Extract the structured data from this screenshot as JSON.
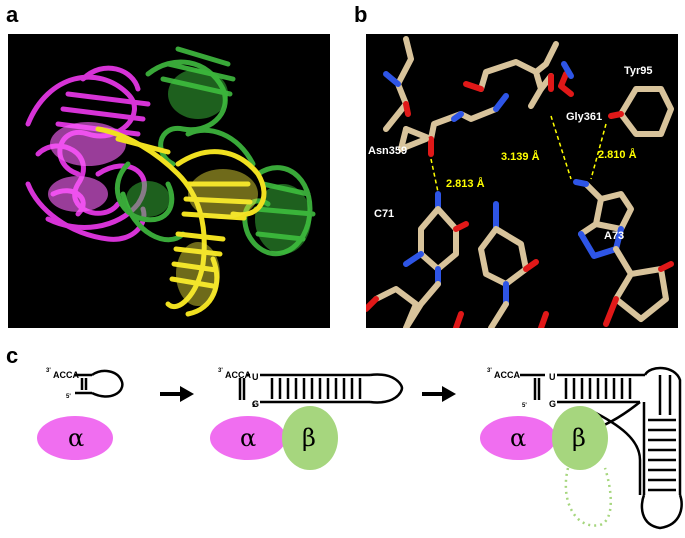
{
  "panels": {
    "a": {
      "label": "a"
    },
    "b": {
      "label": "b",
      "residues": {
        "tyr95": "Tyr95",
        "gly361": "Gly361",
        "asn359": "Asn359",
        "c71": "C71",
        "a73": "A73"
      },
      "distances": {
        "d1": "2.813 Å",
        "d2": "3.139 Å",
        "d3": "2.810 Å"
      }
    },
    "c": {
      "label": "c",
      "end3_prefix": "3'",
      "end3_seq": "ACCA",
      "end5": "5'",
      "base_u": "U",
      "base_g": "G",
      "alpha": "α",
      "beta": "β"
    }
  },
  "colors": {
    "magenta": "#e03ce0",
    "green": "#3fa83f",
    "yellow": "#f0e020",
    "tan": "#d8c39b",
    "oxygen": "#e01818",
    "nitrogen": "#2e55e6",
    "alpha_fill": "#f06ef0",
    "beta_fill": "#a6d67e"
  }
}
